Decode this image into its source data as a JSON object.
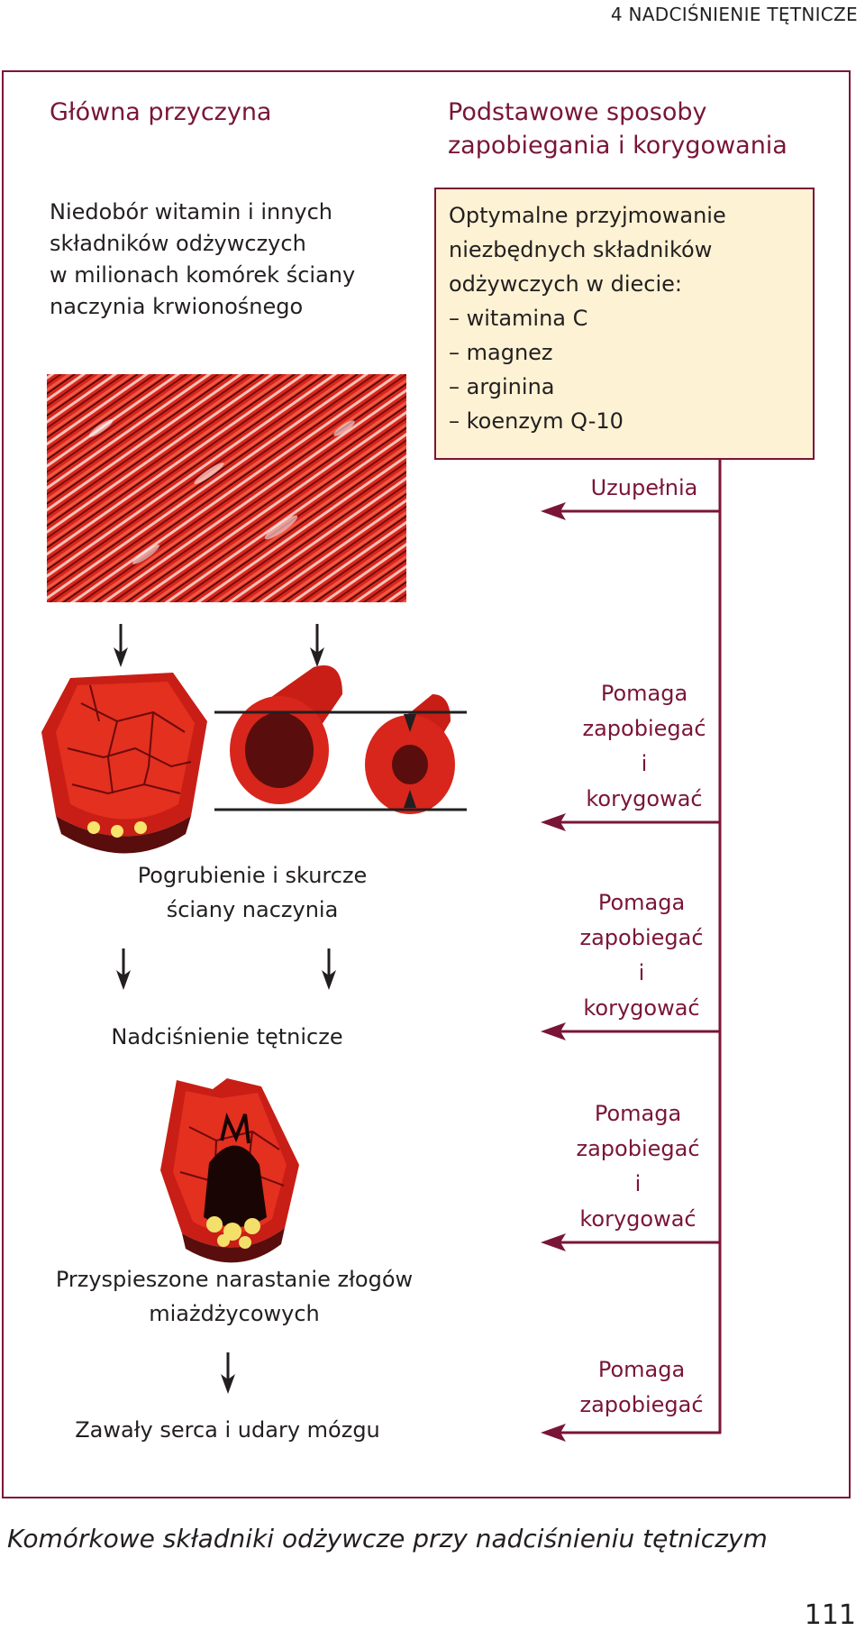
{
  "header": {
    "chapter": "4  NADCIŚNIENIE TĘTNICZE"
  },
  "left": {
    "heading": "Główna przyczyna",
    "cause_lines": [
      "Niedobór witamin i innych",
      "składników odżywczych",
      "w milionach komórek ściany",
      "naczynia krwionośnego"
    ],
    "stage1_lines": [
      "Pogrubienie i skurcze",
      "ściany naczynia"
    ],
    "stage2": "Nadciśnienie tętnicze",
    "stage3_lines": [
      "Przyspieszone narastanie złogów",
      "miażdżycowych"
    ],
    "stage4": "Zawały serca i udary mózgu"
  },
  "right": {
    "heading_lines": [
      "Podstawowe sposoby",
      "zapobiegania i korygowania"
    ],
    "box_lines": [
      "Optymalne przyjmowanie",
      "niezbędnych składników",
      "odżywczych w diecie:",
      "– witamina C",
      "– magnez",
      "– arginina",
      "– koenzym Q-10"
    ],
    "arrow_labels": [
      [
        "Uzupełnia"
      ],
      [
        "Pomaga",
        "zapobiegać",
        "i",
        "korygować"
      ],
      [
        "Pomaga",
        "zapobiegać",
        "i",
        "korygować"
      ],
      [
        "Pomaga",
        "zapobiegać",
        "i",
        "korygować"
      ],
      [
        "Pomaga",
        "zapobiegać"
      ]
    ]
  },
  "caption": "Komórkowe składniki odżywcze przy nadciśnieniu tętniczym",
  "page_number": "111",
  "colors": {
    "accent": "#7a1538",
    "box_fill": "#fdf2d3",
    "vessel_red": "#d8261c",
    "vessel_dark": "#5a0d0d",
    "plaque": "#f3e06a"
  },
  "icons": [
    "down-arrow-icon",
    "left-arrow-icon",
    "vessel-cross-section-icon",
    "vessel-wall-icon",
    "tissue-texture"
  ]
}
